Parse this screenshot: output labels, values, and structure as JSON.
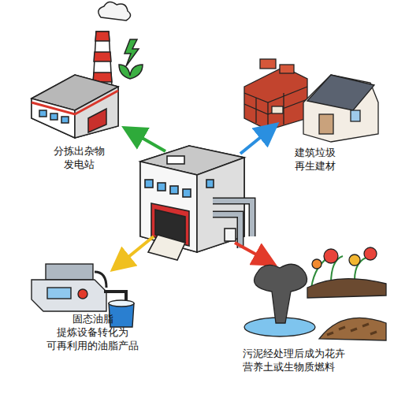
{
  "diagram": {
    "nodes": [
      {
        "text": [
          "分拣出杂物 发电站"
        ]
      },
      {
        "text": [
          "建筑垃圾 再生建材"
        ]
      },
      {
        "text": [
          "固态油脂 提炼设备转化为 可再利用的油脂产品"
        ]
      },
      {
        "text": [
          "污泥经处理后成为花卉 营养土或生物质燃料"
        ]
      }
    ]
  }
}
